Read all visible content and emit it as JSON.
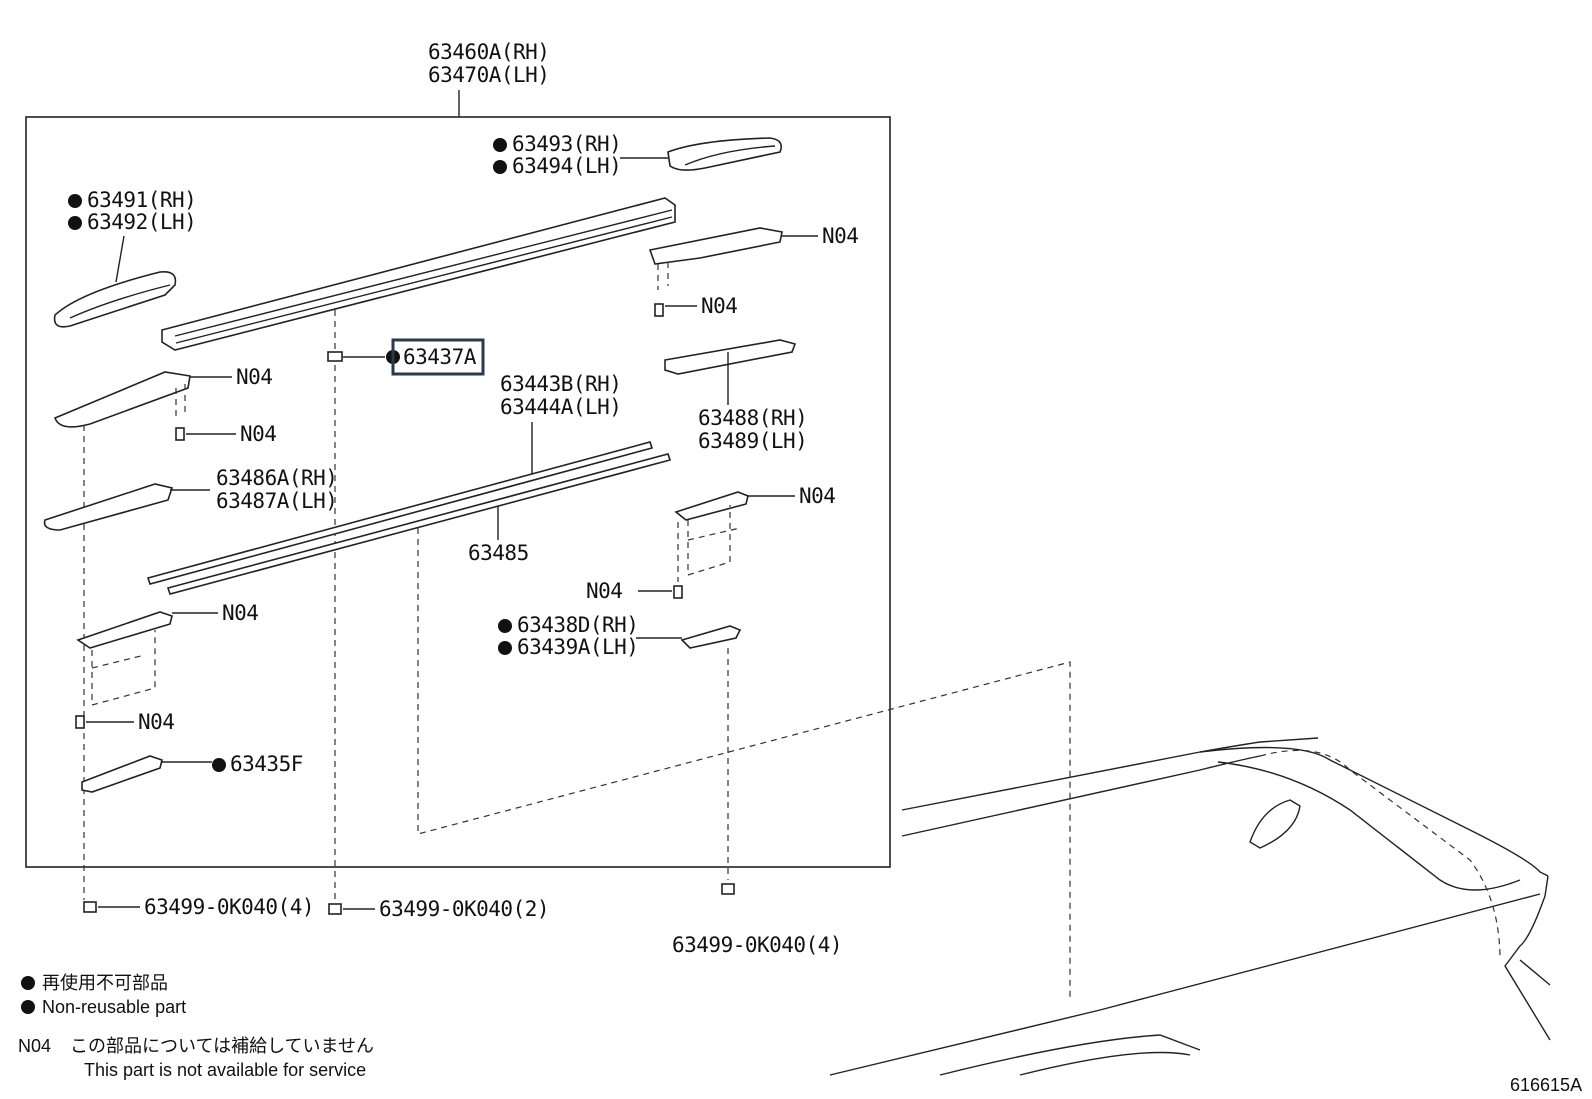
{
  "assembly": {
    "rh": "63460A(RH)",
    "lh": "63470A(LH)"
  },
  "labels": {
    "p63493": "63493(RH)",
    "p63494": "63494(LH)",
    "p63491": "63491(RH)",
    "p63492": "63492(LH)",
    "n04_a": "N04",
    "n04_b": "N04",
    "n04_c": "N04",
    "n04_d": "N04",
    "n04_e": "N04",
    "n04_f": "N04",
    "n04_g": "N04",
    "n04_h": "N04",
    "p63437a": "63437A",
    "p63443b": "63443B(RH)",
    "p63444a": "63444A(LH)",
    "p63488": "63488(RH)",
    "p63489": "63489(LH)",
    "p63486a": "63486A(RH)",
    "p63487a": "63487A(LH)",
    "p63485": "63485",
    "p63438d": "63438D(RH)",
    "p63439a": "63439A(LH)",
    "p63435f": "63435F",
    "nut_left": "63499-0K040(4)",
    "nut_mid": "63499-0K040(2)",
    "nut_right": "63499-0K040(4)"
  },
  "legend": {
    "nonreusable_jp": "再使用不可部品",
    "nonreusable_en": "Non-reusable part",
    "n04_code": "N04",
    "n04_jp": "この部品については補給していません",
    "n04_en": "This part is not available for service"
  },
  "figure_id": "616615A",
  "colors": {
    "ink": "#111111",
    "highlight": "#2b3a4a"
  }
}
